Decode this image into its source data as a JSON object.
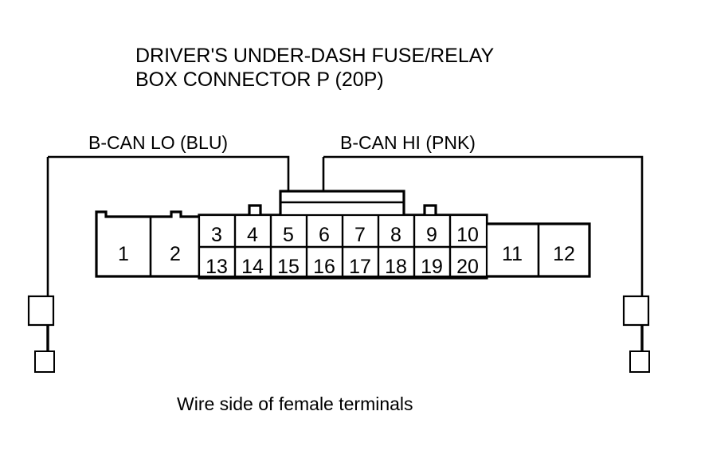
{
  "title": {
    "line1": "DRIVER'S UNDER-DASH FUSE/RELAY",
    "line2": "BOX CONNECTOR P (20P)"
  },
  "caption": "Wire side of female terminals",
  "wire_labels": {
    "left": "B-CAN LO (BLU)",
    "right": "B-CAN HI (PNK)"
  },
  "connector": {
    "name": "P",
    "pin_count": "20P",
    "left_pins": [
      "1",
      "2"
    ],
    "right_pins": [
      "11",
      "12"
    ],
    "grid_top_row": [
      "3",
      "4",
      "5",
      "6",
      "7",
      "8",
      "9",
      "10"
    ],
    "grid_bottom_row": [
      "13",
      "14",
      "15",
      "16",
      "17",
      "18",
      "19",
      "20"
    ]
  },
  "wires": [
    {
      "id": "b-can-lo",
      "label": "B-CAN LO (BLU)",
      "color_code": "BLU",
      "pin": "5",
      "side": "left"
    },
    {
      "id": "b-can-hi",
      "label": "B-CAN HI (PNK)",
      "color_code": "PNK",
      "pin": "6",
      "side": "right"
    }
  ],
  "colors": {
    "stroke": "#000000",
    "background": "#ffffff"
  }
}
